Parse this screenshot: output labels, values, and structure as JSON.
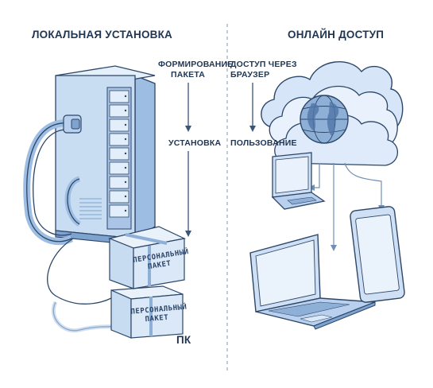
{
  "left_title": "ЛОКАЛЬНАЯ УСТАНОВКА",
  "right_title": "ОНЛАЙН ДОСТУП",
  "step_form_1": "ФОРМИРОВАНИЕ",
  "step_form_2": "ПАКЕТА",
  "step_install": "УСТАНОВКА",
  "step_browser_1": "ДОСТУП ЧЕРЕЗ",
  "step_browser_2": "БРАУЗЕР",
  "step_use": "ПОЛЬЗОВАНИЕ",
  "pc_label": "ПК",
  "package_top_1": "ПЕРСОНАЛЬНЫЙ",
  "package_top_2": "ПАКЕТ",
  "package_bottom_1": "ПЕРСОНАЛЬНЫЙ",
  "package_bottom_2": "ПАКЕТ",
  "colors": {
    "stroke": "#2c4668",
    "fill_light": "#dce9f8",
    "fill_mid": "#b9d1ee",
    "fill_dark": "#7fa3cf",
    "arrow": "#3a5577",
    "divider": "#9aa9bb"
  }
}
